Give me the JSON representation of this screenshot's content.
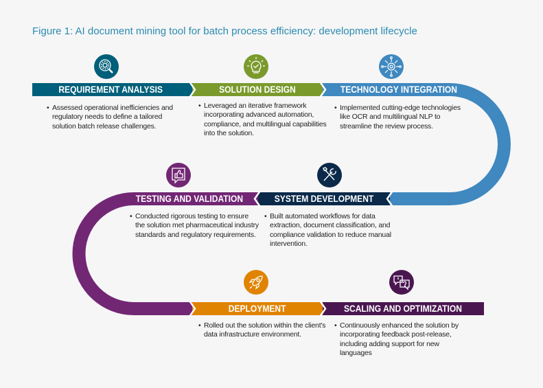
{
  "title": "Figure 1: AI document mining tool for batch process efficiency: development lifecycle",
  "colors": {
    "teal": "#005f7a",
    "green": "#7a9a2c",
    "blue": "#3f88c0",
    "navy": "#0b2a4a",
    "purple": "#722774",
    "orange": "#e08300",
    "darkpurple": "#4a1650"
  },
  "steps": [
    {
      "label": "REQUIREMENT ANALYSIS",
      "icon": "gear-search-icon",
      "text": "Assessed operational inefficiencies and regulatory needs to define a tailored solution batch release challenges."
    },
    {
      "label": "SOLUTION DESIGN",
      "icon": "lightbulb-check-icon",
      "text": "Leveraged an iterative framework incorporating advanced automation, compliance, and multilingual capabilities into the solution."
    },
    {
      "label": "TECHNOLOGY INTEGRATION",
      "icon": "network-gear-icon",
      "text": "Implemented cutting-edge technologies like OCR and multilingual NLP to streamline the review process."
    },
    {
      "label": "SYSTEM DEVELOPMENT",
      "icon": "wrench-screwdriver-icon",
      "text": "Built automated workflows for data extraction, document classification, and compliance validation to reduce manual intervention."
    },
    {
      "label": "TESTING AND VALIDATION",
      "icon": "thumbs-up-icon",
      "text": "Conducted rigorous testing to ensure the solution met pharmaceutical industry standards and regulatory requirements."
    },
    {
      "label": "DEPLOYMENT",
      "icon": "rocket-icon",
      "text": "Rolled out the solution within the client's data infrastructure environment."
    },
    {
      "label": "SCALING AND OPTIMIZATION",
      "icon": "chat-question-icon",
      "text": "Continuously enhanced the solution by incorporating feedback post-release, including adding support for new languages"
    }
  ]
}
